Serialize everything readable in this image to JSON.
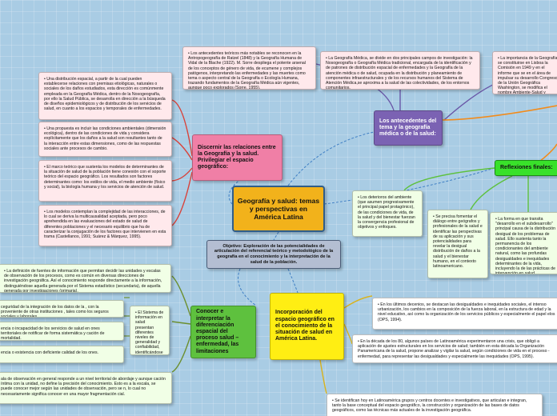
{
  "central": "Geografía y salud: temas y perspectivas en América Latina",
  "objective": "Objetivo: Exploración de las potencialidades de articulación del referencial teórico y metodológico de la geografía en el conocimiento y la interpretación de la salud de la población.",
  "topics": {
    "discernir": "Discernir las relaciones entre la Geografía y la salud. Privilegiar el espacio geográfico:",
    "antecedentes": "Los antecedentes del tema y la geografía médica o de la salud:",
    "reflexiones": "Reflexiones finales:",
    "conocer": "Conocer e interpretar la diferenciación espacial del proceso salud – enfermedad, las limitaciones",
    "incorporacion": "Incorporación del espacio geográfico en el conocimiento de la situación de salud en América Latina."
  },
  "notes": {
    "pink": [
      "Una distribución espacial, a partir de la cual pueden establecerse relaciones con premisas etiológicas, naturales o sociales de los daños estudiados, esta dirección es comúnmente empleada en la Geografía Médica, dentro de la Nosogeografía, por ello la Salud Pública, se desarrolla en dirección a la búsqueda de diseños epidemiológicos y de distribución de los servicios de salud, en cuanto a los espacios y temporales de enfermedades.",
      "Una propuesta es incluir las condiciones ambientales (dimensión ecológica), dentro de las condiciones de vida y considera explícitamente que los daños a la salud son resultantes tanto de la interacción entre estas dimensiones, como de las respuestas sociales ante procesos de cambio.",
      "El marco teórico que sustenta los modelos de determinantes de la situación de salud de la población tiene conexión con el soporte teórico del espacio geográfico. Los resultados son factores determinantes como: los estilos de vida, el medio ambiente (físico y social), la biología humana y los servicios de atención de salud.",
      "Los modelos contemplan la complejidad de las interacciones, de lo cual se deriva la multicausalidad aceptada, pero poco aprehendida en las evaluaciones del estado de salud de diferentes poblaciones y el necesario equilibrio que ha de caracterizar la conjugación de los factores que intervienen en esta trama (Castellanos, 1991; Suárez & Márquez, 1995)."
    ],
    "ante1": "• Los antecedentes teóricos más notables se reconocen en la Antropogeografía de Ratzel (1848) y la Geografía Humana de Vidal de la Blache (1922). M. Sorre despliega el potente arsenal de los conceptos de género de vida, de ecumene y complejos patógenos, interpretando las enfermedades y las muertes como tema o aspecto central de la Geografía o Ecología Humana, trazando fundamentos de la Geografía Médica aún vigentes, aunque poco explorados (Sorre, 1955).",
    "ante2": "• La Geografía Médica, se divide en dos principales campos de investigación: la Nosogeografía o Geografía Médica tradicional, encargada de la identificación y de patrones de distribución espacial de enfermedades y la Geografía de la atención médica o de salud, ocupada en la distribución y planeamiento de componentes infraestructurales y de los recursos humanos del Sistema de Atención Médica,se aproxima a la salud de las colectividades, de los entornos comunitarios.",
    "ante3": "• La importancia de la Geografía se constituirse en Lisboa la Comisión en 1949 y en el informe que se en el área de impulsar su desarrollo Congreso de la Unión Geográfica Washington, se modifica el nombre Ambiente-Salud y desarrollo.",
    "refl1": "Los deterioros del ambiente (que asumen progresivamente el principal papel protagónico), de las condiciones de vida, de la salud y del bienestar fuerzan la convergencia profesional de objetivos y enfoques.",
    "refl2": "Se precisa fomentar el diálogo entre geógrafos y profesionales de la salud e identificar las perspectivas de su aplicación y sus potencialidades para revelar la desigual distribución de daños a la salud y el bienestar humano, en el contexto latinoamericano.",
    "refl3": "La forma en que transita \"desarrollo en el subdesarrollo\" principal causa de la distribución desigual de los problemas de salud. Ello sustenta tanto la permanencia de los condicionantes del ambiente natural, como las profundas desigualdades e inequidades determinantes de la vida, incluyendo la de las prácticas de intervención en salud.",
    "conocer": [
      "La definición de fuentes de información que permitan decidir las unidades y escalas de observación de los procesos, como es común en diversas direcciones de investigación geográfica. Así el conocimiento responde directamente a la información, distinguiéndose aquella generada por el Sistema estadístico (secundaria), de aquella generada por investigaciones (primaria).",
      "ceguridad de la integración de los datos de la , con la proveniente de otras instituciones , tales como los seguros sociales y laborales.",
      "encia o incapacidad de los servicios de salud en ones territoriales de notificar de forma sistemática y cación de mortalidad.",
      "encia o existencia con deficiente calidad de los ones.",
      "ala de observación en general responde a un nivel territorial de abordaje y aunque cación íntima con la unidad, no define la precisión del conocimiento. Esto es a la escala, se puede conocer mejor según las unidades de observación, pero se n, lo cual no necesariamente significa conocer en una mayor fragmentación cial."
    ],
    "sistema": "• El Sistema de información en salud presentan diferentes niveles de generalidad y confiabilidad, identificándose limitaciones entre las cuales se destacan:",
    "incorp1": "En los últimos decenios, se destacan las desigualdades e inequidades sociales, el intenso urbanización, los cambios en la composición de la fuerza laboral, en la estructura de edad y la nivel educativo, así como la organización de los servicios públicos y especialmente el papel elos (OPS, 1994).",
    "incorp2": "En la década de los 80, algunos países de Latinoamérica experimentaron una crisis, que obligó a aplicación de ajustes estructurales en los servicios de salud; también en esta década la Organización Panamericana de la salud, propone analizar y vigilar la salud, según condiciones de vida en el proceso - enfermedad, para representar las desigualdades y especialmente las inequidades (OPS, 1995).",
    "incorp3": "Se identifican hoy en Latinoamérica grupos y centros docentes e investigativos, que articulan e integran, tanto la base conceptual del espacio geográfico, la construcción y organización de las bases de datos geográficos, como las técnicas más actuales de la investigación geográfica."
  },
  "colors": {
    "background": "#a9cce4",
    "central": "#f2b21b",
    "pink": "#f07fa6",
    "purple": "#7b62b3",
    "green": "#5ec13e",
    "lime": "#39e12a",
    "yellow": "#ffee13",
    "connector_left": "#d9423a",
    "connector_right": "#f28b1b",
    "connector_green": "#5ec13e"
  }
}
